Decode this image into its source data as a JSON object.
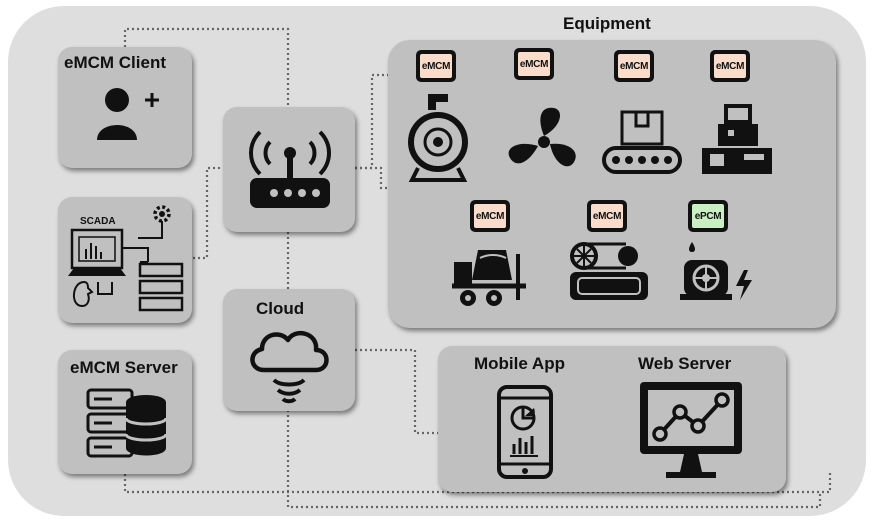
{
  "client": {
    "title": "eMCM Client"
  },
  "scada": {
    "label": "SCADA"
  },
  "server": {
    "title": "eMCM Server"
  },
  "cloud": {
    "title": "Cloud"
  },
  "equipment": {
    "title": "Equipment",
    "chips": [
      "eMCM",
      "eMCM",
      "eMCM",
      "eMCM",
      "eMCM",
      "eMCM",
      "ePCM"
    ]
  },
  "mobile": {
    "title": "Mobile App"
  },
  "web": {
    "title": "Web Server"
  }
}
